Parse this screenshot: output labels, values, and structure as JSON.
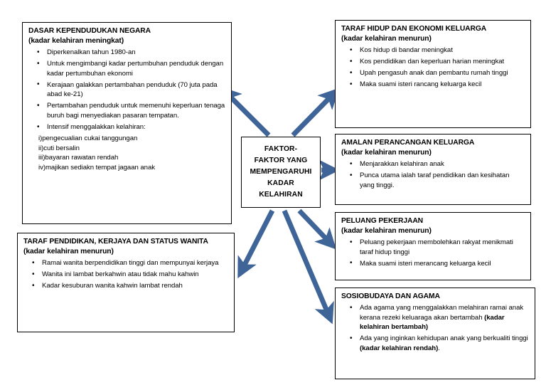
{
  "diagram": {
    "title": "Faktor-faktor yang mempengaruhi kadar kelahiran",
    "accent_color": "#3f6598",
    "line_color": "#000000",
    "background_color": "#ffffff"
  },
  "center": {
    "name": "center-node",
    "lines": [
      "FAKTOR-",
      "FAKTOR YANG",
      "MEMPENGARUHI",
      "KADAR",
      "KELAHIRAN"
    ]
  },
  "boxes": {
    "dasar": {
      "title": "DASAR KEPENDUDUKAN NEGARA",
      "subtitle": "(kadar kelahiran meningkat)",
      "bullets": [
        "Diperkenalkan tahun 1980-an",
        "Untuk mengimbangi kadar pertumbuhan penduduk dengan kadar pertumbuhan ekonomi",
        "Kerajaan galakkan pertambahan penduduk (70 juta pada abad ke-21)",
        "Pertambahan penduduk untuk memenuhi keperluan tenaga buruh bagi menyediakan pasaran tempatan.",
        "Intensif menggalakkan kelahiran:"
      ],
      "sublist": [
        "i)pengecualian cukai tanggungan",
        "ii)cuti bersalin",
        "iii)bayaran rawatan rendah",
        "iv)majikan sediakn tempat jagaan anak"
      ]
    },
    "taraf_pendidikan": {
      "title": "TARAF PENDIDIKAN, KERJAYA DAN STATUS WANITA",
      "subtitle": "(kadar kelahiran menurun)",
      "bullets": [
        "Ramai wanita berpendidikan tinggi dan mempunyai kerjaya",
        "Wanita ini lambat berkahwin atau tidak mahu kahwin",
        "Kadar kesuburan wanita kahwin lambat rendah"
      ]
    },
    "taraf_hidup": {
      "title": "TARAF HIDUP DAN EKONOMI KELUARGA",
      "subtitle": "(kadar kelahiran menurun)",
      "bullets": [
        "Kos hidup di bandar meningkat",
        "Kos pendidikan dan keperluan harian meningkat",
        "Upah pengasuh anak dan pembantu rumah tinggi",
        "Maka suami isteri rancang keluarga kecil"
      ]
    },
    "amalan": {
      "title": "AMALAN PERANCANGAN KELUARGA",
      "subtitle": "(kadar kelahiran menurun)",
      "bullets": [
        "Menjarakkan kelahiran anak",
        "Punca utama ialah taraf pendidikan dan kesihatan yang tinggi."
      ]
    },
    "peluang": {
      "title": "PELUANG PEKERJAAN",
      "subtitle": "(kadar kelahiran menurun)",
      "bullets": [
        "Peluang pekerjaan membolehkan rakyat menikmati taraf hidup tinggi",
        "Maka suami isteri merancang keluarga kecil"
      ]
    },
    "sosiobudaya": {
      "title": "SOSIOBUDAYA DAN AGAMA",
      "subtitle": "",
      "bullet1_plain": "Ada agama yang menggalakkan melahiran ramai anak kerana rezeki keluaraga akan bertambah ",
      "bullet1_bold": "(kadar kelahiran bertambah)",
      "bullet2_plain": "Ada yang inginkan kehidupan anak yang berkualiti tinggi ",
      "bullet2_bold": "(kadar kelahiran rendah)",
      "bullet2_tail": "."
    }
  },
  "connectors": [
    {
      "name": "arrow-center-to-dasar",
      "direction": "up-left"
    },
    {
      "name": "arrow-center-to-taraf-hidup",
      "direction": "up-right"
    },
    {
      "name": "arrow-center-to-amalan",
      "direction": "right"
    },
    {
      "name": "arrow-center-to-taraf-pendidikan",
      "direction": "down-left"
    },
    {
      "name": "arrow-center-to-peluang",
      "direction": "down-right"
    },
    {
      "name": "arrow-center-to-sosiobudaya",
      "direction": "down-right-long"
    }
  ]
}
